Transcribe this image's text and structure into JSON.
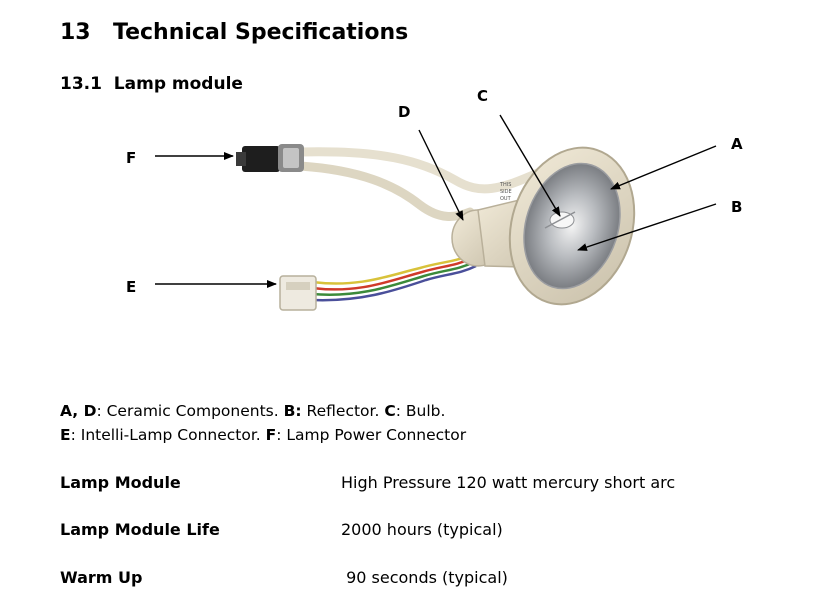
{
  "section": {
    "number": "13",
    "title": "Technical Specifications"
  },
  "subsection": {
    "number": "13.1",
    "title": "Lamp module"
  },
  "figure": {
    "labels": {
      "a": "A",
      "b": "B",
      "c": "C",
      "d": "D",
      "e": "E",
      "f": "F"
    },
    "lamp_print": [
      "THIS",
      "SIDE",
      "OUT"
    ]
  },
  "caption": {
    "line1": [
      {
        "text": "A, D",
        "bold": true
      },
      {
        "text": ": Ceramic Components. ",
        "bold": false
      },
      {
        "text": "B:",
        "bold": true
      },
      {
        "text": " Reflector. ",
        "bold": false
      },
      {
        "text": "C",
        "bold": true
      },
      {
        "text": ":  Bulb.",
        "bold": false
      }
    ],
    "line2": [
      {
        "text": "E",
        "bold": true
      },
      {
        "text": ":  Intelli-Lamp Connector. ",
        "bold": false
      },
      {
        "text": "F",
        "bold": true
      },
      {
        "text": ":  Lamp Power Connector",
        "bold": false
      }
    ]
  },
  "specs": [
    {
      "name": "Lamp Module",
      "value": "High Pressure 120 watt mercury short arc"
    },
    {
      "name": "Lamp Module Life",
      "value": "2000 hours (typical)"
    },
    {
      "name": "Warm Up",
      "value": " 90 seconds (typical)"
    }
  ]
}
